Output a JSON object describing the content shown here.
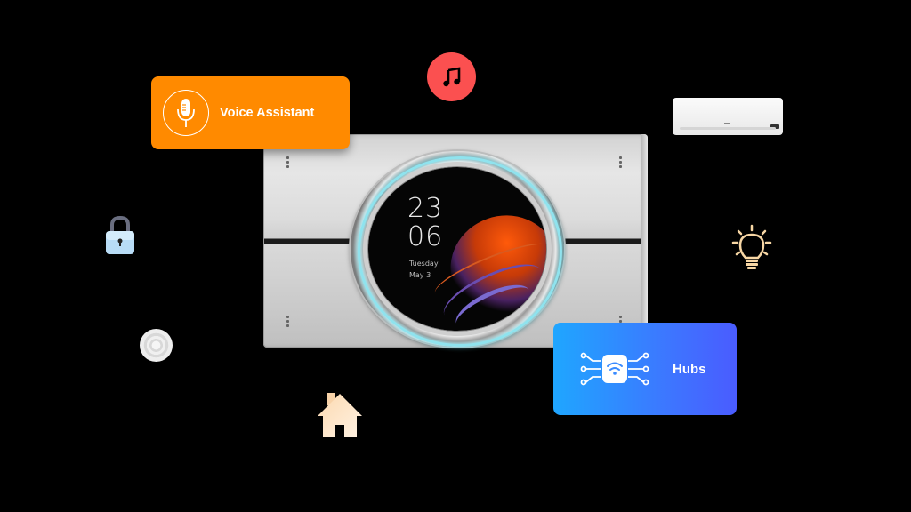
{
  "device": {
    "screen": {
      "hour": "23",
      "minute": "06",
      "weekday": "Tuesday",
      "date": "May 3"
    },
    "ring_accent": "#8fe3ee"
  },
  "cards": {
    "voice_assistant": {
      "label": "Voice Assistant",
      "icon": "microphone-icon",
      "color": "#ff8a00"
    },
    "hubs": {
      "label": "Hubs",
      "icon": "wifi-hub-icon",
      "gradient": [
        "#1fa6ff",
        "#4a5cff"
      ]
    }
  },
  "floating_icons": [
    {
      "name": "music-icon",
      "color": "#fb5050"
    },
    {
      "name": "air-conditioner-icon"
    },
    {
      "name": "lock-icon"
    },
    {
      "name": "light-bulb-icon",
      "color": "#f7d6a4"
    },
    {
      "name": "sensor-icon"
    },
    {
      "name": "home-icon",
      "color": "#fde2c4"
    }
  ]
}
